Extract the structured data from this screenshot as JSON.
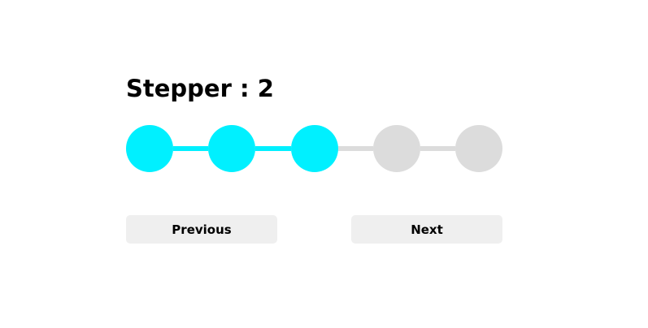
{
  "page": {
    "background": "#ffffff"
  },
  "stepper": {
    "title": "Stepper : 2",
    "current_step": 2,
    "total_steps": 5,
    "active_color": "#00f0ff",
    "inactive_color": "#dcdcdc",
    "steps": [
      {
        "index": 0,
        "active": true
      },
      {
        "index": 1,
        "active": true
      },
      {
        "index": 2,
        "active": true
      },
      {
        "index": 3,
        "active": false
      },
      {
        "index": 4,
        "active": false
      }
    ],
    "connectors": [
      {
        "active": true
      },
      {
        "active": true
      },
      {
        "active": false
      },
      {
        "active": false
      }
    ]
  },
  "controls": {
    "previous_label": "Previous",
    "next_label": "Next",
    "button_background": "#efefef",
    "text_color": "#000000"
  }
}
